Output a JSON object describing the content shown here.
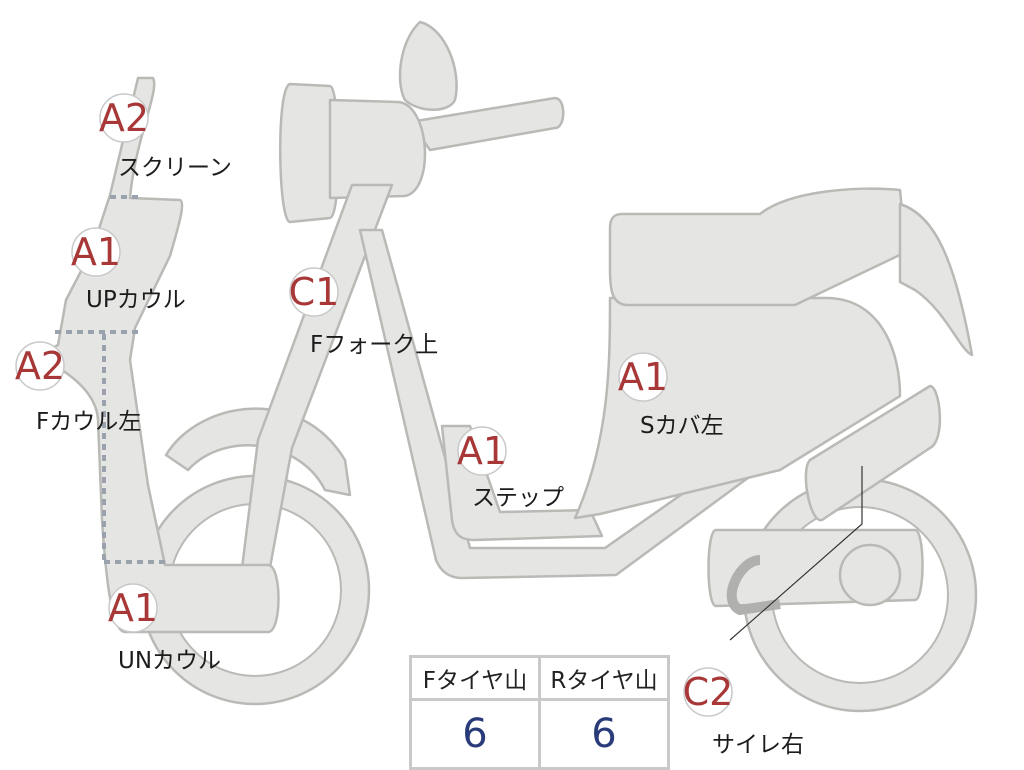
{
  "colors": {
    "part_fill": "#e5e5e3",
    "part_stroke": "#b9b9b6",
    "grade_text": "#a83838",
    "value_text": "#2a3b7a",
    "dashed_divider": "#9aa2ad"
  },
  "callouts": [
    {
      "id": "screen",
      "grade": "A2",
      "label": "スクリーン"
    },
    {
      "id": "up-cowl",
      "grade": "A1",
      "label": "UPカウル"
    },
    {
      "id": "f-cowl-left",
      "grade": "A2",
      "label": "Fカウル左"
    },
    {
      "id": "un-cowl",
      "grade": "A1",
      "label": "UNカウル"
    },
    {
      "id": "f-fork-upper",
      "grade": "C1",
      "label": "Fフォーク上"
    },
    {
      "id": "step",
      "grade": "A1",
      "label": "ステップ"
    },
    {
      "id": "side-cover-left",
      "grade": "A1",
      "label": "Sカバ左"
    },
    {
      "id": "muffler-right",
      "grade": "C2",
      "label": "サイレ右"
    }
  ],
  "tire_table": {
    "headers": [
      "Fタイヤ山",
      "Rタイヤ山"
    ],
    "values": [
      "6",
      "6"
    ]
  }
}
